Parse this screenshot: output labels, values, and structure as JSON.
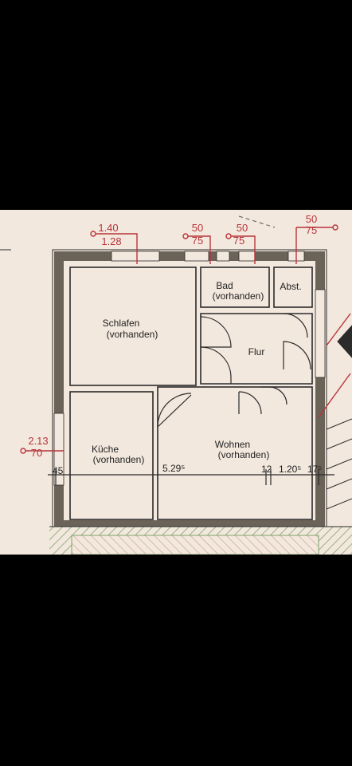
{
  "photo_viewer": {
    "background": "#000000",
    "plan": {
      "paper_color": "#f3e8de",
      "wall_color": "#6b6258",
      "line_color": "#2b2b2b",
      "dimension_color": "#b8343a",
      "hatch_color": "#7fa36a",
      "rooms": {
        "schlafen": {
          "name": "Schlafen",
          "status": "(vorhanden)"
        },
        "bad": {
          "name": "Bad",
          "status": "(vorhanden)"
        },
        "abst": {
          "name": "Abst."
        },
        "flur": {
          "name": "Flur"
        },
        "kueche": {
          "name": "Küche",
          "status": "(vorhanden)"
        },
        "wohnen": {
          "name": "Wohnen",
          "status": "(vorhanden)"
        }
      },
      "openings": {
        "o1": {
          "top": "1.40",
          "bottom": "1.28"
        },
        "o2": {
          "top": "50",
          "bottom": "75"
        },
        "o3": {
          "top": "50",
          "bottom": "75"
        },
        "o4": {
          "top": "50",
          "bottom": "75"
        },
        "o5": {
          "top": "2.13",
          "bottom": "70"
        }
      },
      "dimensions": {
        "left_edge": "45",
        "main_width": "5.29⁵",
        "wall": "12",
        "right_width": "1.20⁵",
        "right_edge": "17⁵"
      }
    }
  }
}
